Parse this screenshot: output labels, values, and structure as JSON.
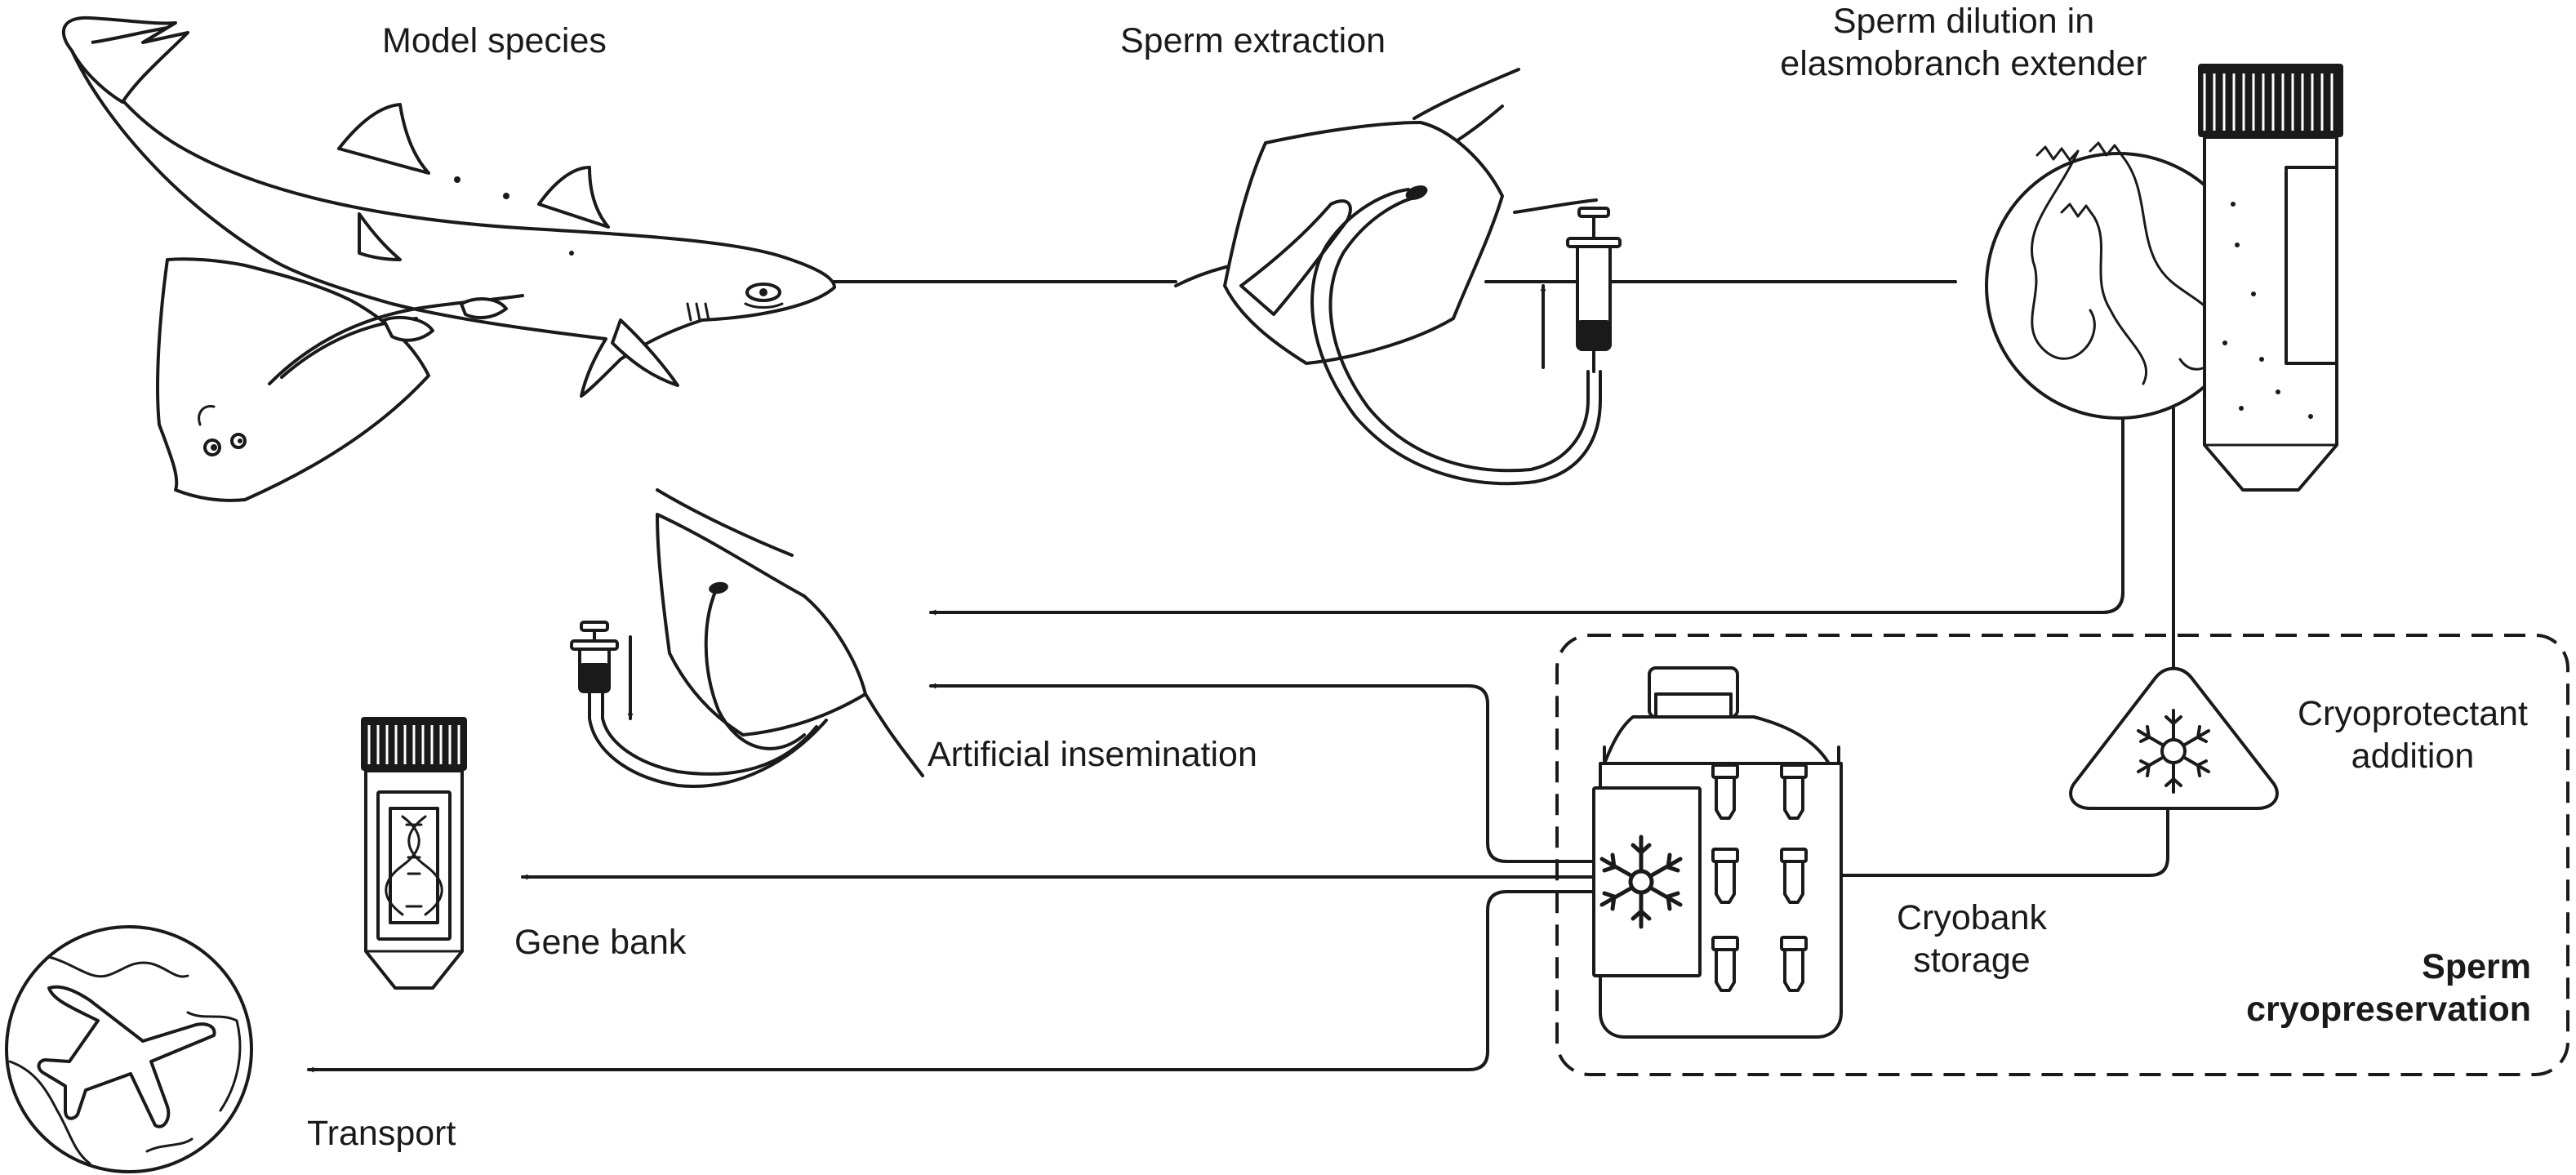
{
  "labels": {
    "model_species": "Model species",
    "sperm_extraction": "Sperm extraction",
    "sperm_dilution_line1": "Sperm dilution in",
    "sperm_dilution_line2": "elasmobranch extender",
    "artificial_insemination": "Artificial insemination",
    "cryoprotectant_line1": "Cryoprotectant",
    "cryoprotectant_line2": "addition",
    "gene_bank": "Gene bank",
    "cryobank_line1": "Cryobank",
    "cryobank_line2": "storage",
    "sperm_cryo_line1": "Sperm",
    "sperm_cryo_line2": "cryopreservation",
    "transport": "Transport"
  },
  "icons": {
    "shark": "shark-icon",
    "skate": "skate-icon",
    "extraction": "clasper-syringe-icon",
    "sperm_view": "magnified-sperm-icon",
    "tube": "sample-tube-icon",
    "insemination": "insemination-syringe-icon",
    "cryoprotectant": "snowflake-triangle-icon",
    "gene_bank": "dna-tube-icon",
    "cryobank": "cryo-dewar-icon",
    "transport": "globe-airplane-icon"
  },
  "colors": {
    "ink": "#1a1a1a",
    "background": "#ffffff"
  }
}
